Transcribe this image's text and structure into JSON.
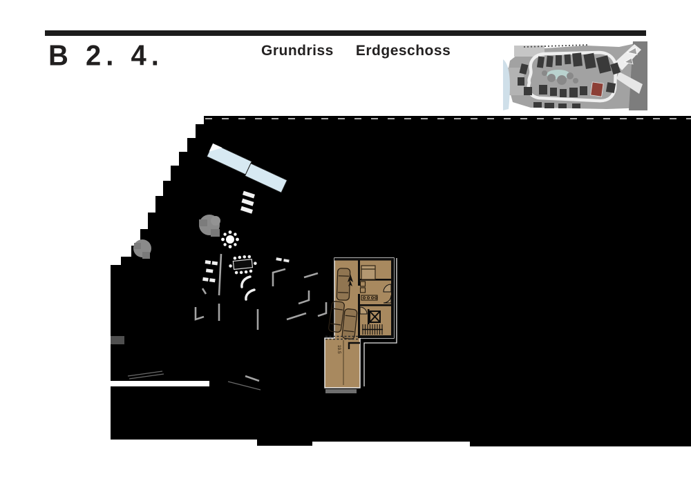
{
  "header": {
    "drawing_number": "B 2. 4.",
    "plan_title_1": "Grundriss",
    "plan_title_2": "Erdgeschoss"
  },
  "plan": {
    "driveway_label": "19.5"
  },
  "icons": {
    "sun": "sun-icon",
    "north_arrow": "north-arrow-icon",
    "elevator": "elevator-x-icon",
    "tree": "tree-icon",
    "car": "car-icon",
    "stairs": "stairs-icon"
  },
  "colors": {
    "ink": "#1c1c1c",
    "plan_black": "#000000",
    "unit_tan": "#a8895f",
    "unit_wall": "#0d0d0d",
    "skylight_blue": "#d7e9f2",
    "tree_gray": "#8a8a8a",
    "map_base": "#a2a2a2",
    "map_road": "#efefef",
    "map_building": "#3a3a3a",
    "map_highlight_red": "#8c3f36",
    "map_pond": "#b9d2ce",
    "map_lake": "#cfdfe9"
  }
}
